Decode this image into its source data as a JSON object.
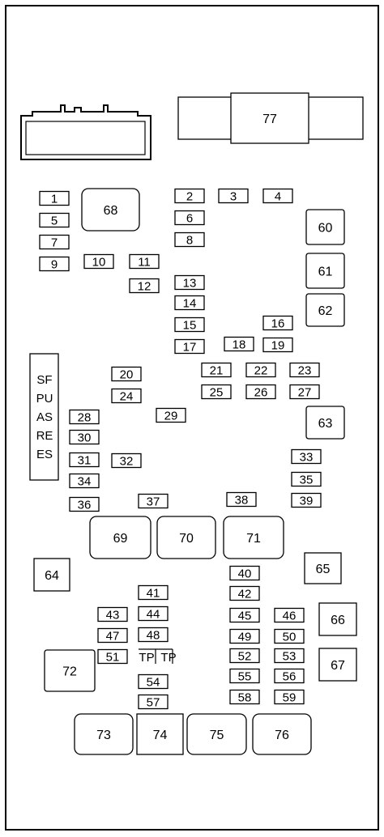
{
  "fuses": [
    "1",
    "2",
    "3",
    "4",
    "5",
    "6",
    "7",
    "8",
    "9",
    "10",
    "11",
    "12",
    "13",
    "14",
    "15",
    "16",
    "17",
    "18",
    "19",
    "20",
    "21",
    "22",
    "23",
    "24",
    "25",
    "26",
    "27",
    "28",
    "29",
    "30",
    "31",
    "32",
    "33",
    "34",
    "35",
    "36",
    "37",
    "38",
    "39",
    "40",
    "41",
    "42",
    "43",
    "44",
    "45",
    "46",
    "47",
    "48",
    "49",
    "50",
    "51",
    "52",
    "53",
    "54",
    "55",
    "56",
    "57",
    "58",
    "59"
  ],
  "relays": [
    "60",
    "61",
    "62",
    "63",
    "64",
    "65",
    "66",
    "67",
    "68",
    "69",
    "70",
    "71",
    "72",
    "73",
    "74",
    "75",
    "76",
    "77"
  ],
  "spares_block": {
    "lines": [
      "SF",
      "PU",
      "AS",
      "RE",
      "ES"
    ]
  },
  "test_points": [
    "TP",
    "TP"
  ]
}
